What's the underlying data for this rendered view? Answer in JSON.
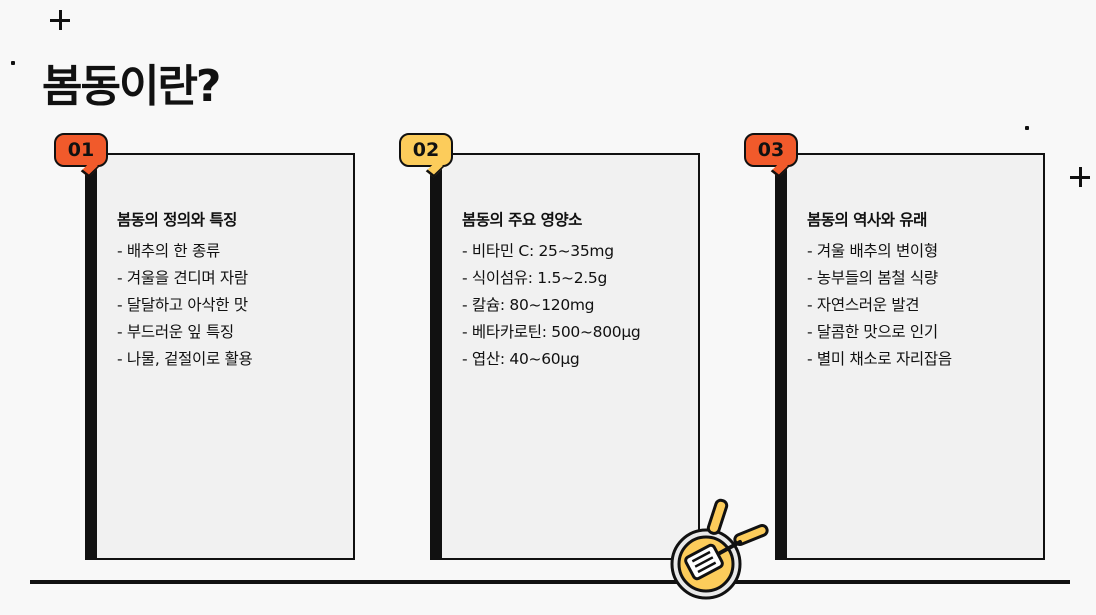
{
  "title": "봄동이란?",
  "cards": [
    {
      "number": "01",
      "badge_color": "#f15a2b",
      "heading": "봄동의 정의와 특징",
      "items": [
        "- 배추의 한 종류",
        "- 겨울을 견디며 자람",
        "- 달달하고 아삭한 맛",
        "- 부드러운 잎 특징",
        "- 나물, 겉절이로 활용"
      ]
    },
    {
      "number": "02",
      "badge_color": "#fccc5b",
      "heading": "봄동의 주요 영양소",
      "items": [
        "- 비타민 C: 25~35mg",
        "- 식이섬유: 1.5~2.5g",
        "- 칼슘: 80~120mg",
        "- 베타카로틴: 500~800μg",
        "- 엽산: 40~60μg"
      ]
    },
    {
      "number": "03",
      "badge_color": "#f15a2b",
      "heading": "봄동의 역사와 유래",
      "items": [
        "- 겨울 배추의 변이형",
        "- 농부들의 봄철 식량",
        "- 자연스러운 발견",
        "- 달콤한 맛으로 인기",
        "- 별미 채소로 자리잡음"
      ]
    }
  ],
  "icons": {
    "pan": "frying-pan-icon",
    "plus": "plus-icon",
    "dot": "dot-icon"
  },
  "colors": {
    "accent_orange": "#f15a2b",
    "accent_yellow": "#fccc5b",
    "ink": "#111111",
    "card_bg": "#f1f1f1",
    "page_bg": "#f8f8f8"
  }
}
